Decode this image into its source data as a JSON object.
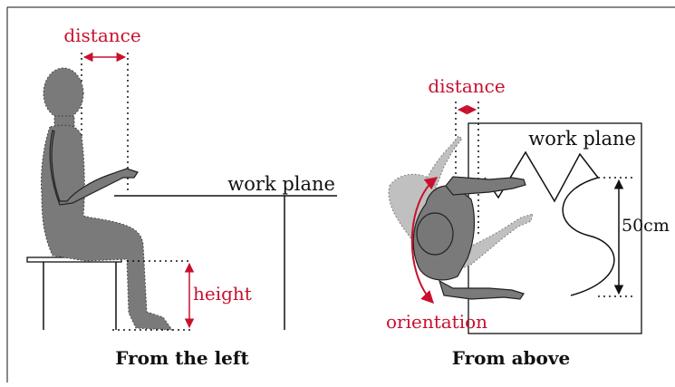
{
  "left_panel": {
    "distance_label": "distance",
    "work_plane_label": "work plane",
    "height_label": "height",
    "caption": "From the left"
  },
  "right_panel": {
    "distance_label": "distance",
    "work_plane_label": "work plane",
    "size_label": "50cm",
    "orientation_label": "orientation",
    "caption": "From above"
  },
  "colors": {
    "accent": "#c8102e",
    "figure": "#7a7a7a",
    "figure_light": "#bdbdbd",
    "line": "#111111"
  }
}
